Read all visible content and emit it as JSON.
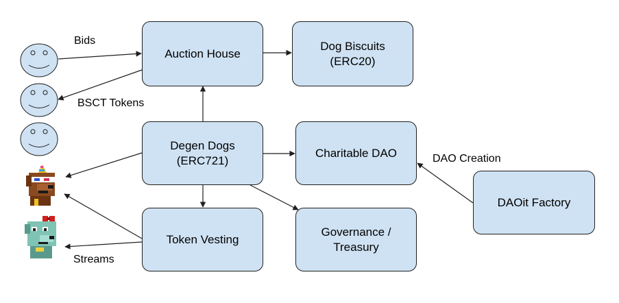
{
  "nodes": {
    "auction_house": "Auction House",
    "dog_biscuits": "Dog Biscuits\n(ERC20)",
    "degen_dogs": "Degen Dogs\n(ERC721)",
    "charitable_dao": "Charitable DAO",
    "daoit_factory": "DAOit Factory",
    "token_vesting": "Token Vesting",
    "governance": "Governance /\nTreasury"
  },
  "edge_labels": {
    "bids": "Bids",
    "bsct_tokens": "BSCT Tokens",
    "dao_creation": "DAO Creation",
    "streams": "Streams"
  },
  "icons": [
    "smiley-face-icon",
    "smiley-face-icon",
    "smiley-face-icon",
    "party-hat-dog-icon",
    "bow-dog-icon"
  ],
  "colors": {
    "node_fill": "#cfe2f3",
    "face_fill": "#cfe2f3",
    "stroke": "#1f1f1f"
  }
}
